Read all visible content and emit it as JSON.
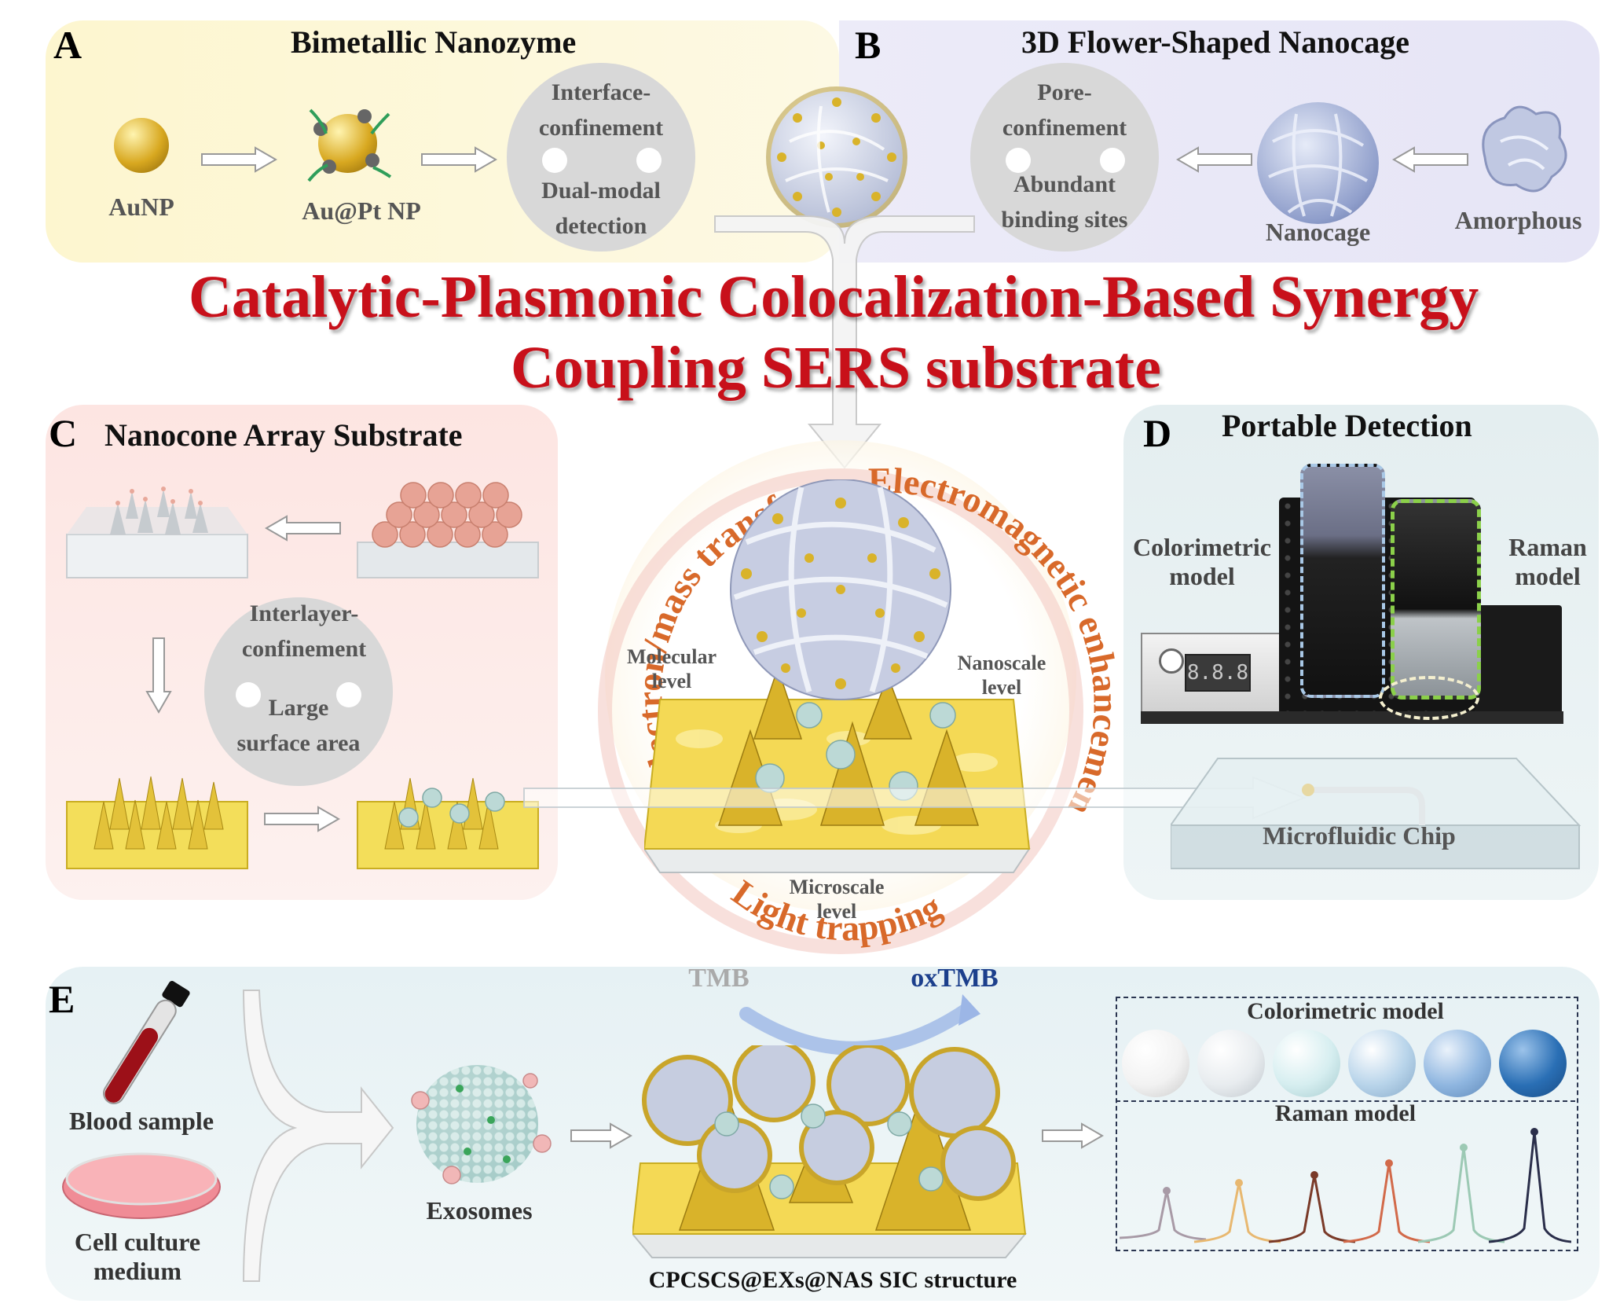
{
  "panel_a": {
    "letter": "A",
    "title": "Bimetallic Nanozyme",
    "aunp": "AuNP",
    "aupt": "Au@Pt NP",
    "yin_top": "Interface-\nconfinement",
    "yin_bottom": "Dual-modal\ndetection"
  },
  "panel_b": {
    "letter": "B",
    "title": "3D Flower-Shaped Nanocage",
    "yin_top": "Pore-\nconfinement",
    "yin_bottom": "Abundant\nbinding sites",
    "nanocage": "Nanocage",
    "amorphous": "Amorphous"
  },
  "headline": {
    "line1": "Catalytic-Plasmonic Colocalization-Based Synergy",
    "line2": "Coupling SERS substrate"
  },
  "panel_c": {
    "letter": "C",
    "title": "Nanocone Array Substrate",
    "yin_top": "Interlayer-\nconfinement",
    "yin_bottom": "Large\nsurface area"
  },
  "center": {
    "arc_left": "Electron/mass transfer",
    "arc_right": "Electromagnetic enhancement",
    "arc_bottom": "Light trapping",
    "molecular": "Molecular\nlevel",
    "nanoscale": "Nanoscale\nlevel",
    "microscale": "Microscale\nlevel",
    "tmb": "TMB",
    "oxtmb": "oxTMB"
  },
  "panel_d": {
    "letter": "D",
    "title": "Portable Detection",
    "colorimetric": "Colorimetric\nmodel",
    "raman": "Raman\nmodel",
    "display": "8.8.8",
    "chip": "Microfluidic Chip"
  },
  "panel_e": {
    "letter": "E",
    "blood": "Blood sample",
    "cell": "Cell culture\nmedium",
    "exosomes": "Exosomes",
    "structure": "CPCSCS@EXs@NAS SIC structure",
    "colorimetric_model": "Colorimetric model",
    "raman_model": "Raman model"
  },
  "colors": {
    "headline": "#c8101a",
    "arc_text": "#d8692a",
    "gold": "#e8c53a",
    "tmb": "#aaaaaa",
    "oxtmb": "#1c3f8c",
    "colorimetric_spheres": [
      "#f2f2f2",
      "#e8ecef",
      "#d6eef0",
      "#b8d4ea",
      "#8fb6e0",
      "#2a6fb5"
    ],
    "raman_peaks": [
      "#a89aa6",
      "#e8b870",
      "#7a3a28",
      "#d26a4a",
      "#9cc9b4",
      "#2a2e4a"
    ]
  }
}
